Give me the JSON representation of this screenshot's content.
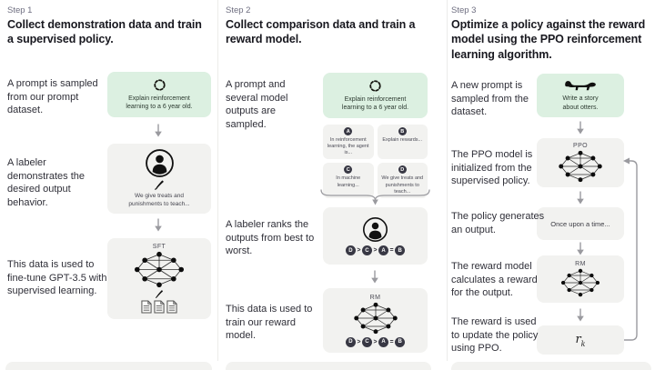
{
  "colors": {
    "prompt_green": "#dcf0e1",
    "panel_gray": "#f2f2f0",
    "badge_dark": "#383844",
    "muted": "#6e6e80"
  },
  "steps": [
    {
      "label": "Step 1",
      "title": "Collect demonstration data and train a supervised policy.",
      "desc_prompt": "A prompt is sampled from our prompt dataset.",
      "prompt": "Explain reinforcement learning to a 6 year old.",
      "desc_labeler": "A labeler demonstrates the desired output behavior.",
      "demonstration": "We give treats and punishments to teach...",
      "desc_train": "This data is used to fine-tune GPT-3.5 with supervised learning.",
      "model": "SFT"
    },
    {
      "label": "Step 2",
      "title": "Collect comparison data and train a reward model.",
      "desc_prompt": "A prompt and several model outputs are sampled.",
      "prompt": "Explain reinforcement learning to a 6 year old.",
      "outputs": [
        {
          "id": "A",
          "text": "In reinforcement learning, the agent is..."
        },
        {
          "id": "B",
          "text": "Explain rewards..."
        },
        {
          "id": "C",
          "text": "In machine learning..."
        },
        {
          "id": "D",
          "text": "We give treats and punishments to teach..."
        }
      ],
      "desc_labeler": "A labeler ranks the outputs from best to worst.",
      "ranking": {
        "items": [
          "D",
          "C",
          "A",
          "B"
        ],
        "separators": [
          ">",
          ">",
          "="
        ]
      },
      "desc_train": "This data is used to train our reward model.",
      "model": "RM"
    },
    {
      "label": "Step 3",
      "title": "Optimize a policy against the reward model using the PPO reinforcement learning algorithm.",
      "desc_prompt": "A new prompt is sampled from the dataset.",
      "prompt": "Write a story about otters.",
      "desc_init": "The PPO model is initialized from the supervised policy.",
      "ppo": "PPO",
      "desc_output": "The policy generates an output.",
      "output": "Once upon a time...",
      "desc_reward": "The reward model calculates a reward for the output.",
      "rm": "RM",
      "desc_update": "The reward is used to update the policy using PPO.",
      "reward_symbol": "r",
      "reward_sub": "k"
    }
  ]
}
